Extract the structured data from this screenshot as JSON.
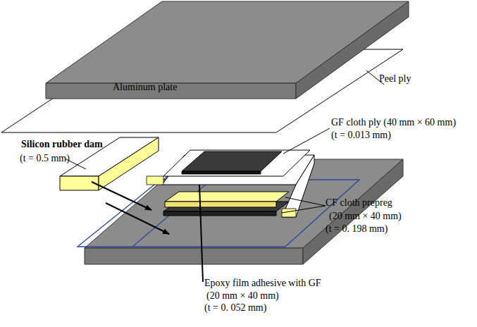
{
  "diagram": {
    "nodes": [
      {
        "text": [
          "Aluminum plate"
        ]
      }
    ],
    "labels": [
      "Peel ply",
      "Silicon rubber dam",
      "(t = 0.5 mm)",
      "GF cloth ply (40 mm × 60 mm)",
      "(t = 0.013 mm)",
      "CF cloth prepreg",
      "(20 mm × 40 mm)",
      "(t = 0. 198 mm)",
      "Epoxy film adhesive with GF",
      "(20 mm × 40 mm)",
      "(t = 0. 052 mm)"
    ]
  }
}
